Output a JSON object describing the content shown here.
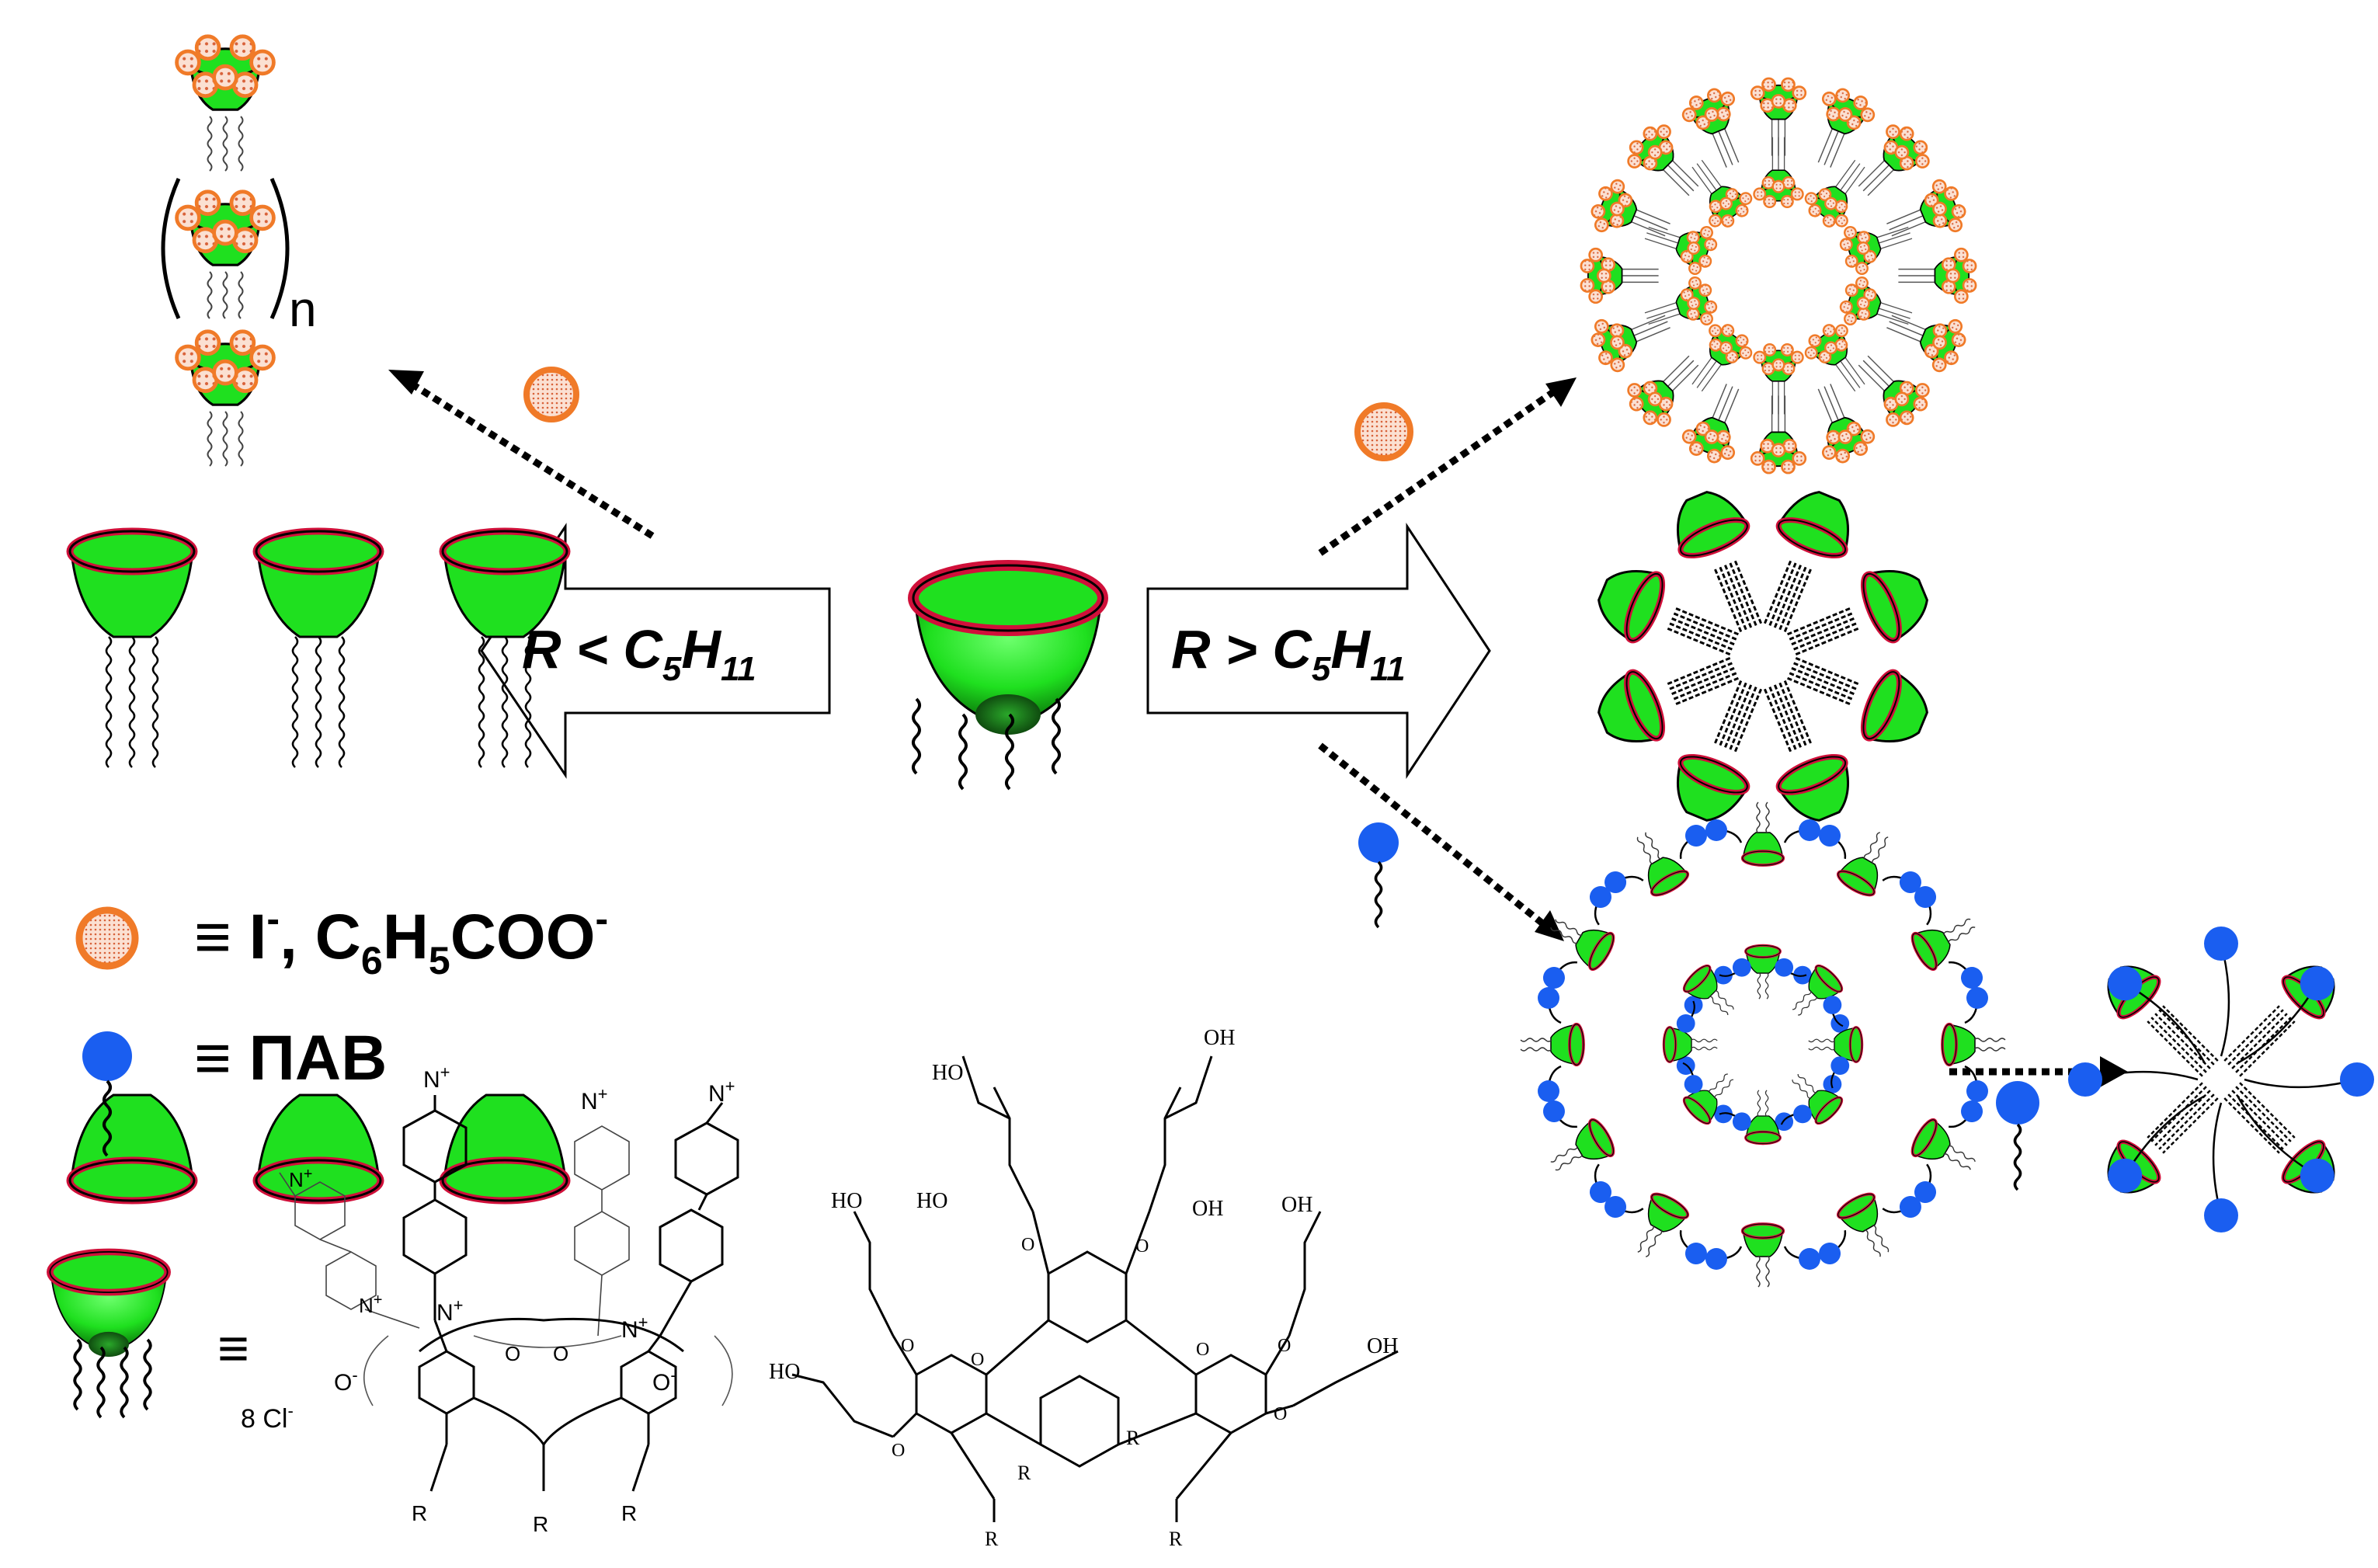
{
  "arrows": {
    "left_label": {
      "main": "R < C",
      "sub": "5",
      "tail": "H",
      "sub2": "11"
    },
    "right_label": {
      "main": "R > C",
      "sub": "5",
      "tail": "H",
      "sub2": "11"
    }
  },
  "chain": {
    "repeat_index": "n"
  },
  "legend": {
    "anion": {
      "prefix": "≡ I",
      "sup1": "-",
      "mid": ", C",
      "sub1": "6",
      "mid2": "H",
      "sub2": "5",
      "tail": "COO",
      "sup2": "-"
    },
    "surfactant": {
      "text": "≡ ΠAB"
    },
    "cup_equiv": "≡",
    "counterion": "8 Cl",
    "counterion_sup": "-"
  },
  "structure_left": {
    "n_plus": "N",
    "plus": "+",
    "o_minus": "O",
    "minus": "-",
    "r": "R",
    "o": "O"
  },
  "structure_right": {
    "ho": "HO",
    "oh": "OH",
    "o": "O",
    "r": "R"
  },
  "colors": {
    "cup_green": "#1fe01f",
    "rim_red": "#d0103a",
    "anion_orange": "#f07a28",
    "anion_fill": "#f6c8b4",
    "surfactant_blue": "#1a5ef0"
  }
}
